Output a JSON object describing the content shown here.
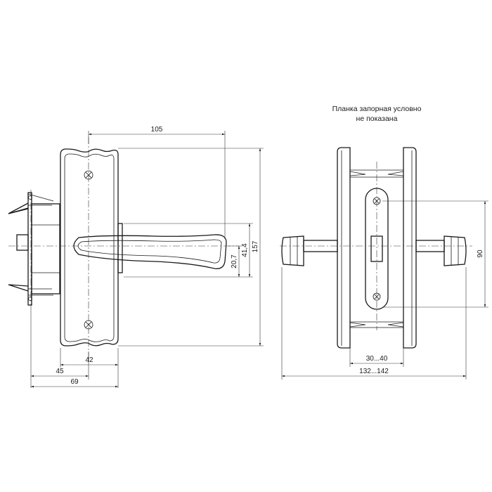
{
  "note": {
    "line1": "Планка запорная условно",
    "line2": "не показана"
  },
  "dimensions": {
    "width_top": "105",
    "plate_height": "157",
    "handle_offset_1": "20,7",
    "handle_offset_2": "41,4",
    "plate_width": "42",
    "backset": "45",
    "total_depth": "69",
    "door_thickness": "30...40",
    "overall_length": "132...142",
    "center_distance": "90"
  }
}
